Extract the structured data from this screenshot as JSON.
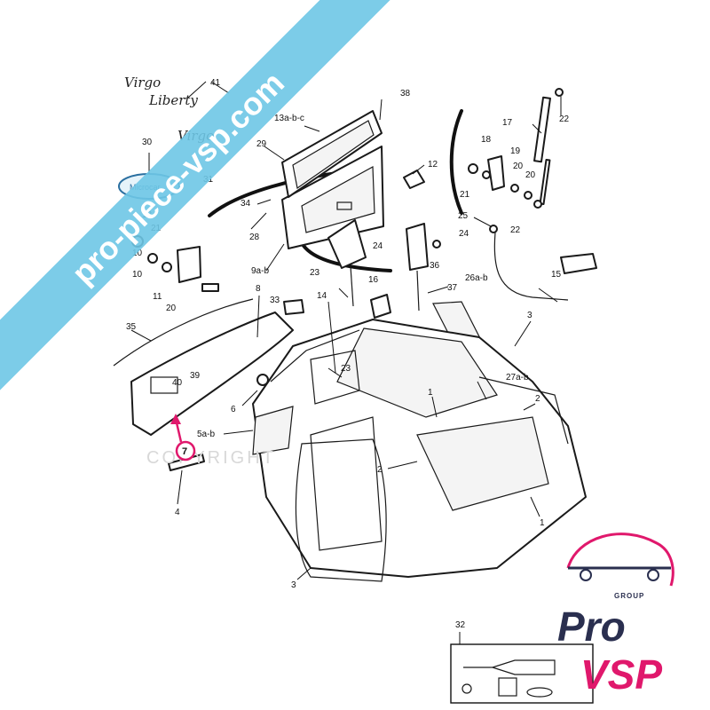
{
  "watermark": {
    "text": "pro-piece-vsp.com",
    "color": "#6ec6e6"
  },
  "copyright": {
    "text": "COPYRIGHT"
  },
  "badges": {
    "virgo": "Virgo",
    "liberty": "Liberty",
    "microcar": "Microcar"
  },
  "highlight": {
    "label": "7",
    "color": "#e0186c"
  },
  "logo": {
    "group": "GROUP",
    "pro": "Pro",
    "vsp": "VSP",
    "pro_color": "#2a2f4f",
    "vsp_color": "#e0186c"
  },
  "labels": {
    "l41": "41",
    "l38": "38",
    "l13": "13a-b-c",
    "l22a": "22",
    "l17": "17",
    "l30": "30",
    "l31": "31",
    "l29": "29",
    "l12": "12",
    "l18a": "18",
    "l19": "19",
    "l34": "34",
    "l18b": "18",
    "l21a": "21",
    "l20a": "20",
    "l21b": "21",
    "l20b": "20",
    "l28": "28",
    "l25": "25",
    "l22b": "22",
    "l24a": "24",
    "l24b": "24",
    "l10a": "10",
    "l10b": "10",
    "l11": "11",
    "l9": "9a-b",
    "l36": "36",
    "l23a": "23",
    "l26": "26a-b",
    "l16": "16",
    "l15": "15",
    "l37": "37",
    "l20c": "20",
    "l8": "8",
    "l33": "33",
    "l14": "14",
    "l3a": "3",
    "l35": "35",
    "l39": "39",
    "l40": "40",
    "l23b": "23",
    "l27": "27a-b",
    "l6": "6",
    "l1a": "1",
    "l2a": "2",
    "l5": "5a-b",
    "l2b": "2",
    "l4": "4",
    "l1b": "1",
    "l3b": "3",
    "l32": "32"
  }
}
